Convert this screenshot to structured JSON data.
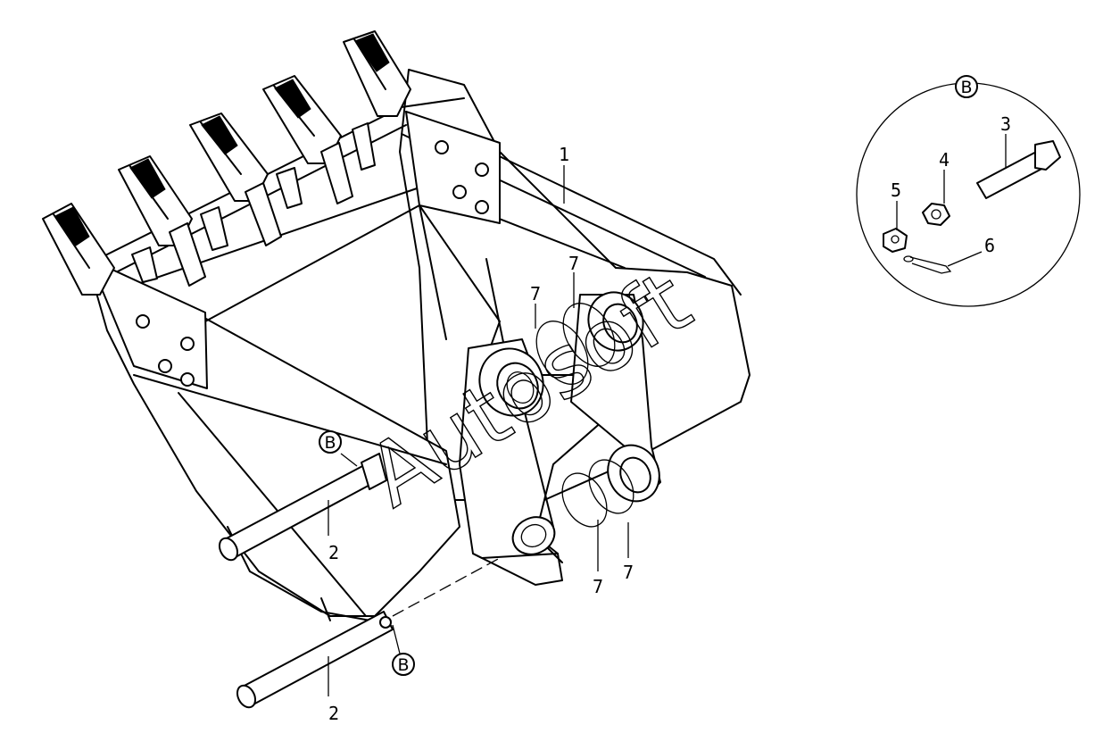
{
  "watermark": "Autosoft",
  "corner_mark": "",
  "detail_view": {
    "bubble": "B"
  },
  "callouts": {
    "part_1": "1",
    "part_2_upper": "2",
    "part_2_lower": "2",
    "part_3": "3",
    "part_4": "4",
    "part_5": "5",
    "part_6": "6",
    "part_7_a": "7",
    "part_7_b": "7",
    "part_7_c": "7",
    "part_7_d": "7",
    "ref_b_upper": "B",
    "ref_b_lower": "B"
  }
}
